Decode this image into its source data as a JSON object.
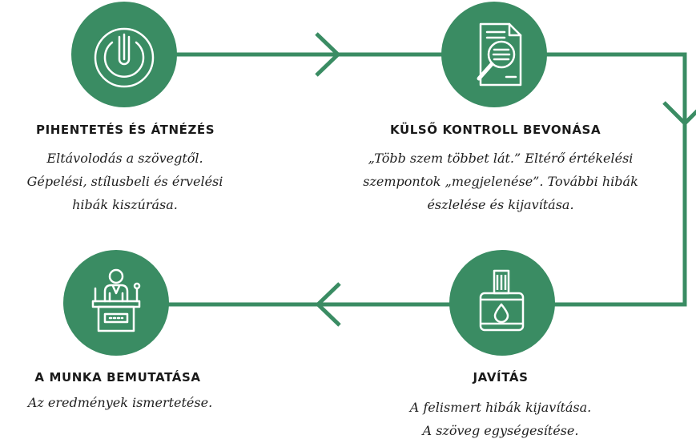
{
  "colors": {
    "accent": "#3a8c63",
    "icon_stroke": "#ffffff",
    "text": "#1a1a1a"
  },
  "steps": [
    {
      "icon": "power-icon",
      "title": "PIHENTETÉS ÉS ÁTNÉZÉS",
      "lines": [
        "Eltávolodás a szövegtől.",
        "Gépelési, stílusbeli és érvelési",
        "hibák kiszúrása."
      ]
    },
    {
      "icon": "document-search-icon",
      "title": "KÜLSŐ KONTROLL BEVONÁSA",
      "lines": [
        "„Több szem többet lát.” Eltérő értékelési",
        "szempontok „megjelenése”. További hibák",
        "észlelése és kijavítása."
      ]
    },
    {
      "icon": "correction-fluid-icon",
      "title": "JAVÍTÁS",
      "lines": [
        "A felismert hibák kijavítása.",
        "A szöveg egységesítése."
      ]
    },
    {
      "icon": "presenter-podium-icon",
      "title": "A MUNKA BEMUTATÁSA",
      "lines": [
        "Az eredmények ismertetése."
      ]
    }
  ]
}
